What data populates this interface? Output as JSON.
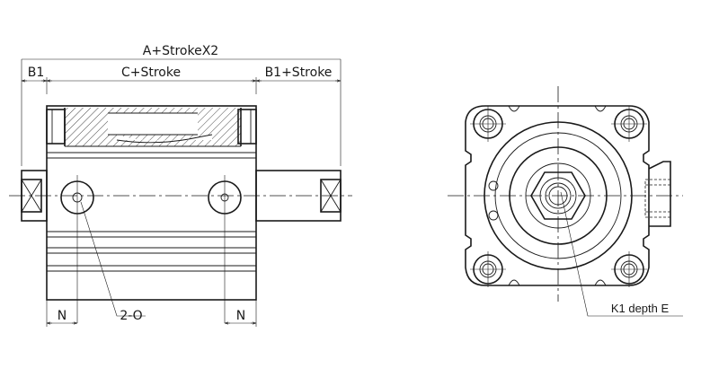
{
  "labels": {
    "overall_length": "A+StrokeX2",
    "left_offset": "B1",
    "body_length": "C+Stroke",
    "right_offset": "B1+Stroke",
    "port_offset_left": "N",
    "port_offset_right": "N",
    "ports": "2-O",
    "thread": "K1 depth E"
  }
}
